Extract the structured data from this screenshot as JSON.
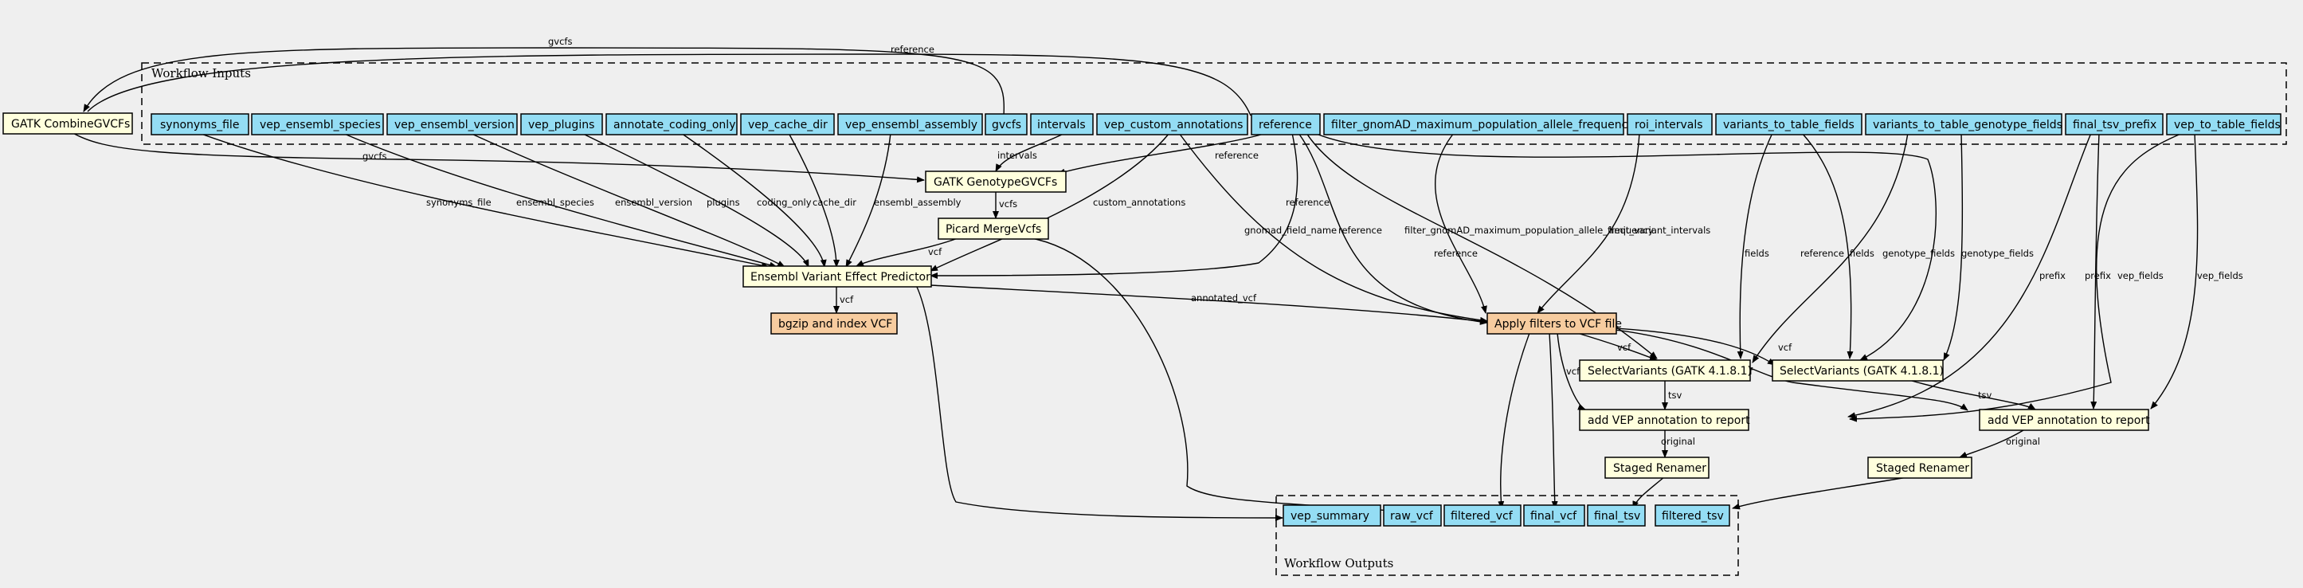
{
  "colors": {
    "input": "#94ddf4",
    "step": "#ffffdd",
    "highlight": "#f7cc9f",
    "background": "#efefef"
  },
  "clusters": {
    "inputs": "Workflow Inputs",
    "outputs": "Workflow Outputs"
  },
  "nodes": {
    "synonyms_file": "synonyms_file",
    "vep_ensembl_species": "vep_ensembl_species",
    "vep_ensembl_version": "vep_ensembl_version",
    "vep_plugins": "vep_plugins",
    "annotate_coding_only": "annotate_coding_only",
    "vep_cache_dir": "vep_cache_dir",
    "vep_ensembl_assembly": "vep_ensembl_assembly",
    "gvcfs": "gvcfs",
    "intervals": "intervals",
    "vep_custom_annotations": "vep_custom_annotations",
    "reference": "reference",
    "filter_gnomad": "filter_gnomAD_maximum_population_allele_frequency",
    "roi_intervals": "roi_intervals",
    "variants_to_table_fields": "variants_to_table_fields",
    "variants_to_table_genotype_fields": "variants_to_table_genotype_fields",
    "final_tsv_prefix": "final_tsv_prefix",
    "vep_to_table_fields": "vep_to_table_fields",
    "combine_gvcfs": "GATK CombineGVCFs",
    "genotype_gvcfs": "GATK GenotypeGVCFs",
    "merge_vcfs": "Picard MergeVcfs",
    "vep": "Ensembl Variant Effect Predictor",
    "bgzip": "bgzip and index VCF",
    "apply_filters": "Apply filters to VCF file",
    "select_variants_1": "SelectVariants (GATK 4.1.8.1)",
    "select_variants_2": "SelectVariants (GATK 4.1.8.1)",
    "add_vep_1": "add VEP annotation to report",
    "add_vep_2": "add VEP annotation to report",
    "staged_renamer_1": "Staged Renamer",
    "staged_renamer_2": "Staged Renamer",
    "out_vep_summary": "vep_summary",
    "out_raw_vcf": "raw_vcf",
    "out_filtered_vcf": "filtered_vcf",
    "out_final_vcf": "final_vcf",
    "out_final_tsv": "final_tsv",
    "out_filtered_tsv": "filtered_tsv"
  },
  "edge_labels": {
    "gvcfs_top": "gvcfs",
    "reference_top": "reference",
    "gvcfs_combine": "gvcfs",
    "intervals": "intervals",
    "reference_genotype": "reference",
    "vcfs": "vcfs",
    "synonyms_file": "synonyms_file",
    "ensembl_species": "ensembl_species",
    "ensembl_version": "ensembl_version",
    "plugins": "plugins",
    "coding_only": "coding_only",
    "cache_dir": "cache_dir",
    "ensembl_assembly": "ensembl_assembly",
    "custom_annotations": "custom_annotations",
    "reference_vep": "reference",
    "vcf_merge": "vcf",
    "vcf_bgzip": "vcf",
    "annotated_vcf": "annotated_vcf",
    "gnomad_field_name": "gnomad_field_name",
    "reference_filter": "reference",
    "filter_gnomad": "filter_gnomAD_maximum_population_allele_frequency",
    "limit_variant_intervals": "limit_variant_intervals",
    "reference_sv1": "reference",
    "reference_sv2": "reference",
    "fields_1": "fields",
    "fields_2": "fields",
    "genotype_fields_1": "genotype_fields",
    "genotype_fields_2": "genotype_fields",
    "prefix_1": "prefix",
    "prefix_2": "prefix",
    "vep_fields_1": "vep_fields",
    "vep_fields_2": "vep_fields",
    "vcf_sv1": "vcf",
    "vcf_sv2": "vcf",
    "vcf_addvep1": "vcf",
    "vcf_addvep2": "vcf",
    "tsv_1": "tsv",
    "tsv_2": "tsv",
    "original_1": "original",
    "original_2": "original"
  }
}
